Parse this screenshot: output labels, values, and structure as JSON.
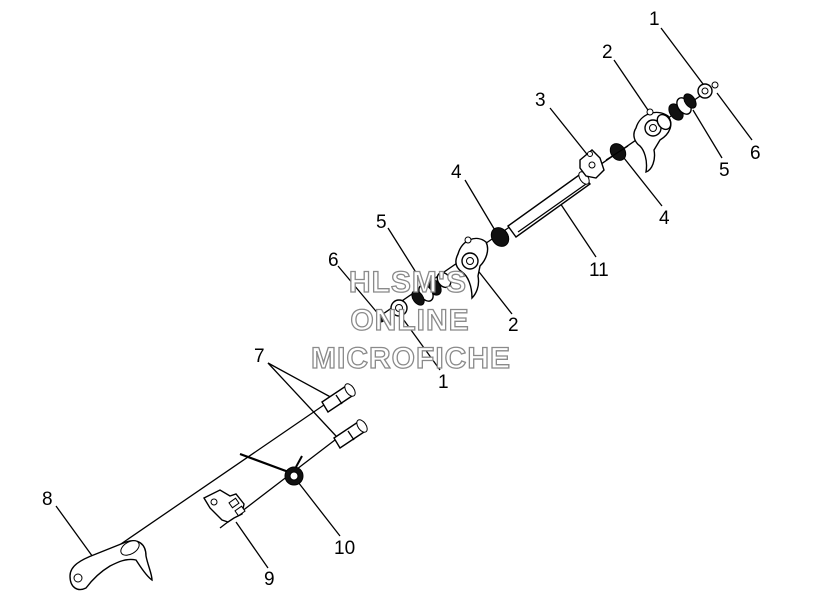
{
  "callouts": {
    "c1_top": "1",
    "c2_top": "2",
    "c3": "3",
    "c4_left": "4",
    "c5_left": "5",
    "c6_left": "6",
    "c6_right": "6",
    "c5_right": "5",
    "c4_right": "4",
    "c11": "11",
    "c2_mid": "2",
    "c1_mid": "1",
    "c7": "7",
    "c8": "8",
    "c9": "9",
    "c10": "10"
  },
  "watermark": {
    "line1": "HLSM'S",
    "line2": "ONLINE",
    "line3": "MICROFICHE"
  }
}
